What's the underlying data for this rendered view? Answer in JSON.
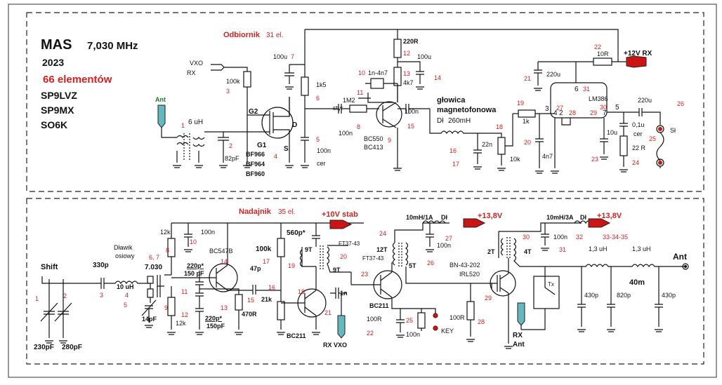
{
  "header": {
    "title": "MAS",
    "frequency": "7,030 MHz",
    "year": "2023",
    "elements": "66 elementów",
    "calls": [
      "SP9LVZ",
      "SP9MX",
      "SO6K"
    ]
  },
  "receiver": {
    "section_title": "Odbiornik",
    "section_count": "31 el.",
    "vxo_label": "VXO",
    "rx_label": "RX",
    "ant_label": "Ant",
    "supply": "+12V RX",
    "labels": {
      "l_6uh": "6 uH",
      "c_82p": "82pF",
      "r_100k": "100k",
      "r_1k5": "1k5",
      "c_100u_a": "100u",
      "c_100n_a": "100n",
      "cer_a": "cer",
      "g2": "G2",
      "g1": "G1",
      "d": "D",
      "s": "S",
      "bf966": "BF966",
      "bf964": "BF964",
      "bf960": "BF960",
      "styr": "styr",
      "r_1m2": "1M2",
      "c_100n_b": "100n",
      "c_1n_4n7": "1n-4n7",
      "r_220r": "220R",
      "c_100u_b": "100u",
      "r_4k7": "4k7",
      "c_100n_c": "100n",
      "bc550": "BC550",
      "bc413": "BC413",
      "head_1": "głowica",
      "head_2": "magnetofonowa",
      "dl": "Dł",
      "l_260mh": "260mH",
      "c_22n": "22n",
      "pot_10k": "10k",
      "r_1k": "1k",
      "c_4n7": "4n7",
      "c_220u_a": "220u",
      "r_10r": "10R",
      "lm386": "LM386",
      "c_10u": "10u",
      "c_01u": "0,1u",
      "cer_b": "cer",
      "r_22r": "22 R",
      "c_220u_b": "220u",
      "sl": "Sł",
      "pin6": "6",
      "pin3": "3",
      "pin2": "2",
      "pin4": "4",
      "pin7": "7",
      "pin5": "5"
    },
    "numbers": {
      "n1": "1",
      "n2": "2",
      "n3": "3",
      "n4": "4",
      "n5": "5",
      "n6": "6",
      "n7": "7",
      "n8": "8",
      "n9": "9",
      "n10": "10",
      "n11": "11",
      "n12": "12",
      "n13": "13",
      "n14": "14",
      "n15": "15",
      "n16": "16",
      "n17": "17",
      "n18": "18",
      "n19": "19",
      "n20": "20",
      "n21": "21",
      "n22": "22",
      "n23": "23",
      "n24": "24",
      "n25": "25",
      "n26": "26",
      "n27": "27",
      "n28": "28",
      "n29": "29",
      "n30": "30",
      "n31": "31"
    }
  },
  "transmitter": {
    "section_title": "Nadajnik",
    "section_count": "35 el.",
    "supply_stab": "+10V stab",
    "supply_a": "+13,8V",
    "supply_b": "+13,8V",
    "ant_label": "Ant",
    "labels": {
      "shift": "Shift",
      "c_230p": "230pF",
      "c_280p": "280pF",
      "c_330p": "330p",
      "dlawik": "Dławik",
      "osiowy": "osiowy",
      "l_10uh": "10 uH",
      "xtal": "7.030",
      "c_14p": "14pF",
      "r_12k_a": "12k",
      "r_12k_b": "12k",
      "c_100n_a": "100n",
      "bc547b": "BC547B",
      "c_220p_a": "220p*",
      "c_150p_a": "150 pF",
      "c_220p_b": "220p*",
      "c_150p_b": "150pF",
      "c_47p": "47p",
      "r_100k": "100k",
      "r_21k": "21k",
      "r_470r": "470R",
      "c_560p": "560p*",
      "t_9t_a": "9T",
      "t_9t_b": "9T",
      "ft37_a": "FT37-43",
      "c_1n": "1n",
      "bc211_a": "BC211",
      "bc211_b": "BC211",
      "rx_vxo": "RX VXO",
      "r_100r_a": "100R",
      "c_100n_b": "100n",
      "key": "KEY",
      "l_10mh_1a": "10mH/1A",
      "dl_a": "Dł",
      "c_100n_c": "100n",
      "t_12t": "12T",
      "ft37_b": "FT37-43",
      "t_5t": "5T",
      "bn43": "BN-43-202",
      "irl520": "IRL520",
      "r_100r_b": "100R",
      "l_10mh_3a": "10mH/3A",
      "dl_b": "Dł",
      "c_100n_d": "100n",
      "t_2t": "2T",
      "t_4t": "4T",
      "tx": "Tx",
      "rx": "RX",
      "ant_small": "Ant",
      "l_13uh_a": "1,3 uH",
      "l_13uh_b": "1,3 uH",
      "band": "40m",
      "c_430p_a": "430p",
      "c_820p": "820p",
      "c_430p_b": "430p"
    },
    "numbers": {
      "n1": "1",
      "n2": "2",
      "n3": "3",
      "n4": "4",
      "n5": "5",
      "n67": "6, 7",
      "n8": "8",
      "n9": "9",
      "n10": "10",
      "n11": "11",
      "n12": "12",
      "n13": "13",
      "n14": "14",
      "n15": "15",
      "n16": "16",
      "n17": "17",
      "n18": "18",
      "n19": "19",
      "n20": "20",
      "n21": "21",
      "n22": "22",
      "n23": "23",
      "n24": "24",
      "n25": "25",
      "n26": "26",
      "n27": "27",
      "n28": "28",
      "n29": "29",
      "n30": "30",
      "n31": "31",
      "n32": "32",
      "n333435": "33-34-35"
    }
  },
  "colors": {
    "annotation_red": "#d42020",
    "terminal_red": "#cc1414",
    "ant_teal": "#66b8c0"
  }
}
